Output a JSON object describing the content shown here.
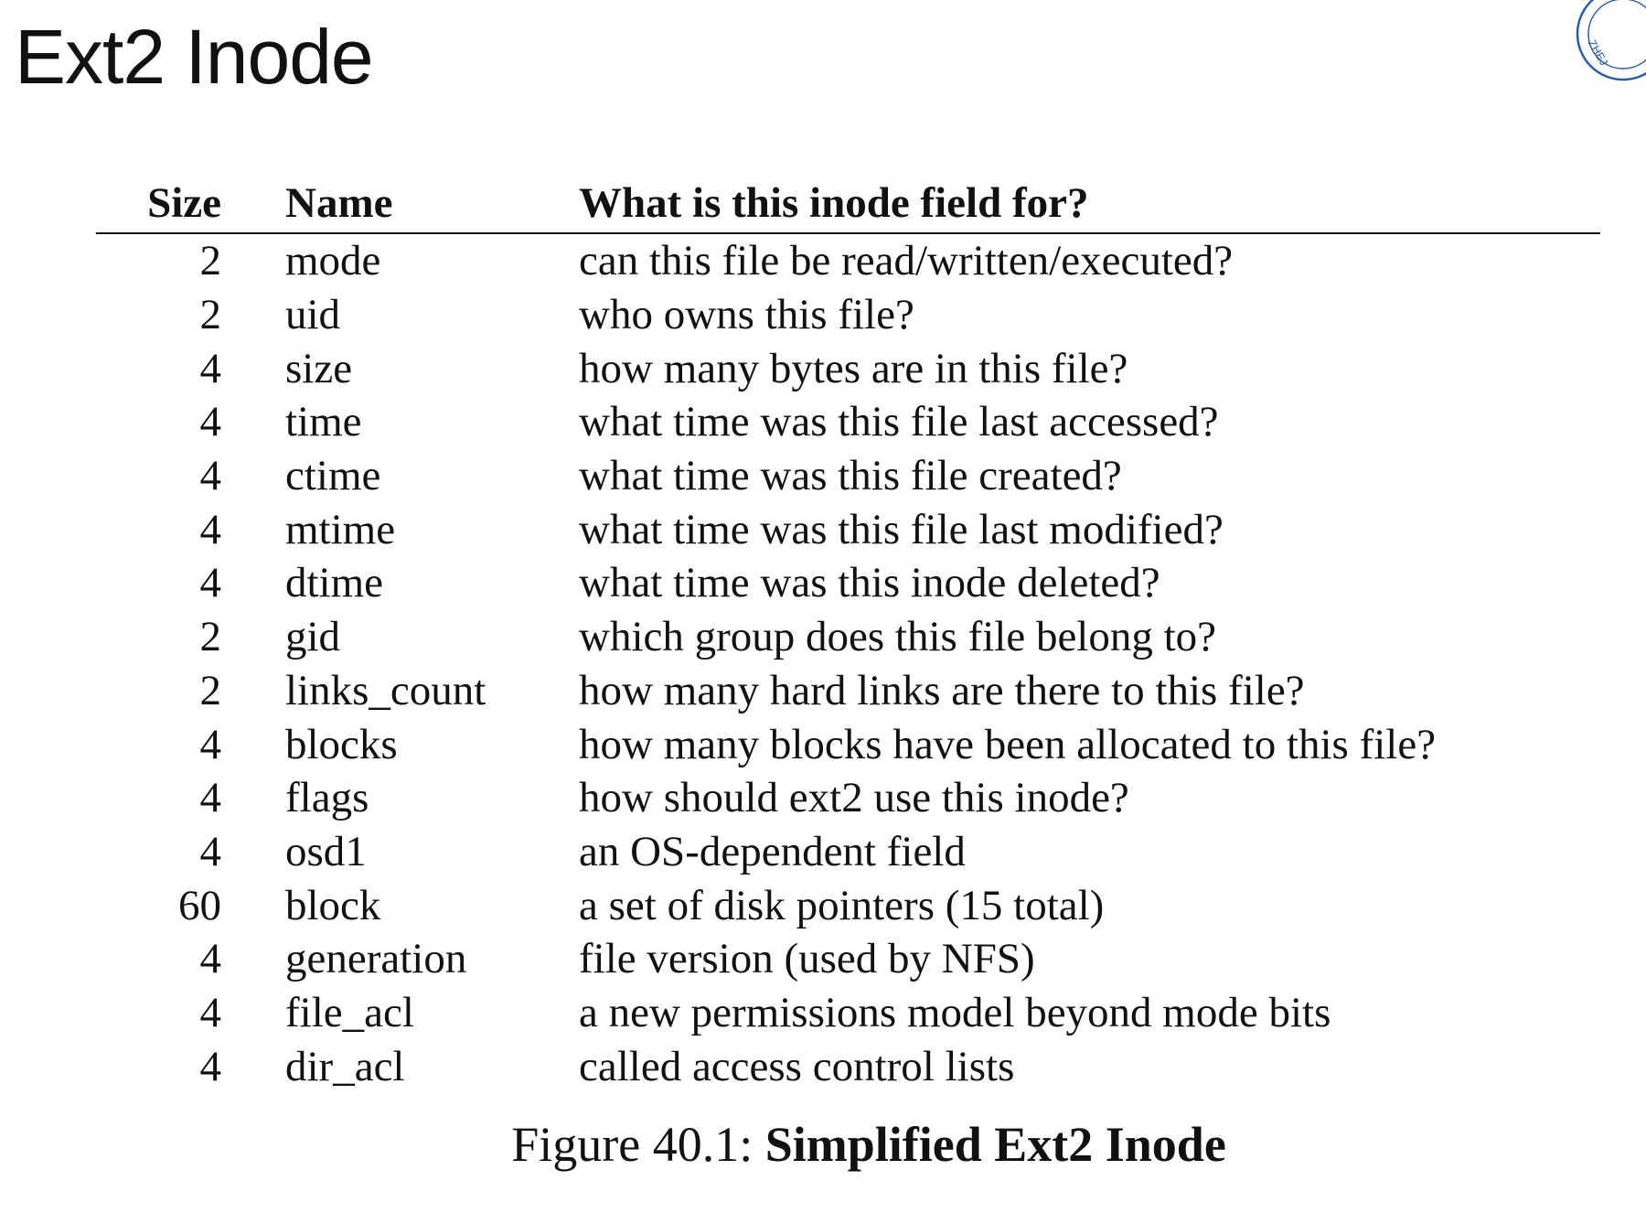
{
  "slide": {
    "title": "Ext2 Inode"
  },
  "table": {
    "headers": {
      "size": "Size",
      "name": "Name",
      "purpose": "What is this inode field for?"
    },
    "rows": [
      {
        "size": "2",
        "name": "mode",
        "purpose": "can this file be read/written/executed?"
      },
      {
        "size": "2",
        "name": "uid",
        "purpose": "who owns this file?"
      },
      {
        "size": "4",
        "name": "size",
        "purpose": "how many bytes are in this file?"
      },
      {
        "size": "4",
        "name": "time",
        "purpose": "what time was this file last accessed?"
      },
      {
        "size": "4",
        "name": "ctime",
        "purpose": "what time was this file created?"
      },
      {
        "size": "4",
        "name": "mtime",
        "purpose": "what time was this file last modified?"
      },
      {
        "size": "4",
        "name": "dtime",
        "purpose": "what time was this inode deleted?"
      },
      {
        "size": "2",
        "name": "gid",
        "purpose": "which group does this file belong to?"
      },
      {
        "size": "2",
        "name": "links_count",
        "purpose": "how many hard links are there to this file?"
      },
      {
        "size": "4",
        "name": "blocks",
        "purpose": "how many blocks have been allocated to this file?"
      },
      {
        "size": "4",
        "name": "flags",
        "purpose": "how should ext2 use this inode?"
      },
      {
        "size": "4",
        "name": "osd1",
        "purpose": "an OS-dependent field"
      },
      {
        "size": "60",
        "name": "block",
        "purpose": "a set of disk pointers (15 total)"
      },
      {
        "size": "4",
        "name": "generation",
        "purpose": "file version (used by NFS)"
      },
      {
        "size": "4",
        "name": "file_acl",
        "purpose": "a new permissions model beyond mode bits"
      },
      {
        "size": "4",
        "name": "dir_acl",
        "purpose": "called access control lists"
      }
    ]
  },
  "caption": {
    "prefix": "Figure 40.1: ",
    "title": "Simplified Ext2 Inode"
  },
  "logo": {
    "icon": "university-seal-icon",
    "color": "#2a5caa",
    "text": "ZHEJ"
  }
}
